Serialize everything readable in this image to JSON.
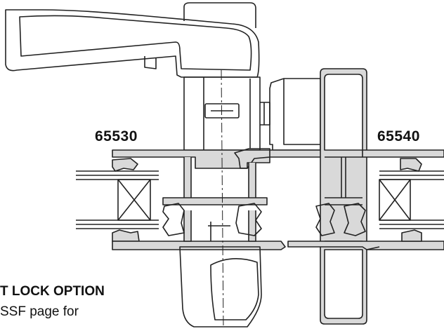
{
  "labels": {
    "left_part": "65530",
    "right_part": "65540"
  },
  "caption": {
    "line1": "T LOCK OPTION",
    "line2": "SSF page for"
  },
  "colors": {
    "line": "#222222",
    "profile_fill": "#d9d9d9",
    "background": "#ffffff"
  }
}
